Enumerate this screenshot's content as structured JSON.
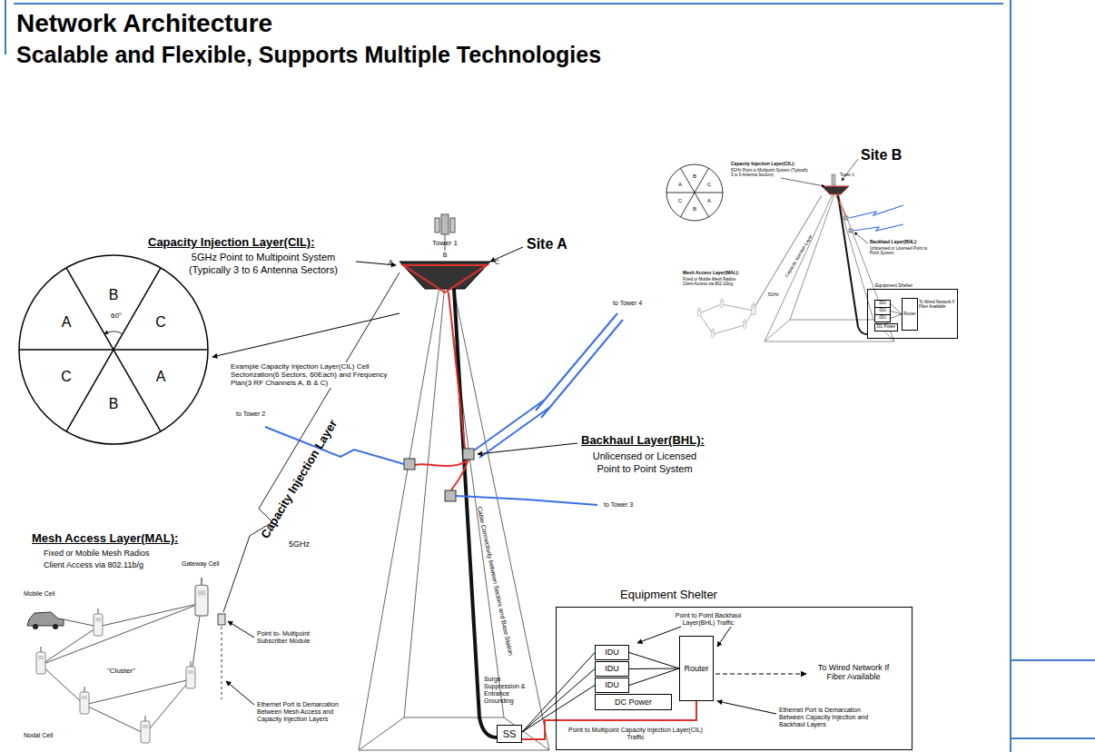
{
  "diagram": {
    "title": "Network Architecture",
    "nodes": [
      {
        "text": [
          "A",
          "B",
          "C",
          "C",
          "B",
          "A",
          "60°"
        ]
      },
      {
        "text": [
          "SS"
        ]
      },
      {
        "text": [
          "Equipment Shelter"
        ]
      },
      {
        "text": [
          "IDU"
        ],
        "in": 2
      },
      {
        "text": [
          "IDU"
        ],
        "in": 2
      },
      {
        "text": [
          "IDU"
        ],
        "in": 2
      },
      {
        "text": [
          "DC Power"
        ],
        "in": 2
      },
      {
        "text": [
          "Router"
        ],
        "in": 2
      },
      {
        "text": [
          "A",
          "B",
          "C",
          "C",
          "B",
          "A"
        ]
      },
      {
        "text": [
          "Equipment Shelter"
        ]
      },
      {
        "text": [
          "IDU"
        ],
        "in": 9
      },
      {
        "text": [
          "IDU"
        ],
        "in": 9
      },
      {
        "text": [
          "IDU"
        ],
        "in": 9
      },
      {
        "text": [
          "DC Power"
        ],
        "in": 9
      },
      {
        "text": [
          "Router"
        ],
        "in": 9
      }
    ],
    "edges": [
      {
        "from": 1,
        "to": 3,
        "arrow": "none"
      },
      {
        "from": 1,
        "to": 4,
        "arrow": "none"
      },
      {
        "from": 1,
        "to": 5,
        "arrow": "none"
      },
      {
        "from": 3,
        "to": 7,
        "arrow": "none"
      },
      {
        "from": 4,
        "to": 7,
        "arrow": "none"
      },
      {
        "from": 5,
        "to": 7,
        "arrow": "none"
      },
      {
        "from": 1,
        "to": 7,
        "arrow": "none"
      },
      {
        "from": 10,
        "to": 14,
        "arrow": "none"
      },
      {
        "from": 11,
        "to": 14,
        "arrow": "none"
      },
      {
        "from": 12,
        "to": 14,
        "arrow": "none"
      }
    ],
    "labels": [
      "Scalable and Flexible, Supports Multiple Technologies",
      "Capacity Injection Layer(CIL):",
      "5GHz Point to Multipoint System",
      "(Typically 3 to 6 Antenna Sectors)",
      "Example Capacity Injection Layer(CIL) Cell Sectorization(6 Sectors, 60Each) and Frequency Plan(3 RF Channels A, B & C)",
      "Site A",
      "Tower 1",
      "A",
      "B",
      "C",
      "to Tower 2",
      "to Tower 4",
      "Backhaul Layer(BHL):",
      "Unlicensed or Licensed",
      "Point to Point System",
      "to Tower 3",
      "Capacity Injection Layer",
      "5GHz",
      "Mesh Access Layer(MAL):",
      "Fixed or Mobile Mesh Radios",
      "Client Access via 802.11b/g",
      "Mobile Cell",
      "Gateway Cell",
      "\"Cluster\"",
      "Nodal Cell",
      "Point to- Multipoint Subscriber Module",
      "Ethernet Port is Demarcation Between Mesh Access and Capacity Injection Layers",
      "Cable Connectivity between Sectors and Base Station",
      "Surge Suppression & Entrance Grounding",
      "Point to Point Backhaul Layer(BHL) Traffic",
      "To Wired Network If Fiber Available",
      "Ethernet Port is Demarcation Between Capacity Injection and Backhaul Layers",
      "Point to Multipoint Capacity Injection Layer(CIL) Traffic",
      "Site B",
      "Capacity Injection Layer(CIL):",
      "5GHz Point to Multipoint System (Typically 3 to 6 Antenna Sectors)",
      "Tower 1",
      "Backhaul Layer(BHL):",
      "Unlicensed or Licensed Point to Point System",
      "Mesh Access Layer(MAL):",
      "Fixed or Mobile Mesh Radios Client Access via 802.11b/g",
      "Capacity Injection Layer",
      "5GHz",
      "To Wired Network If Fiber Available"
    ]
  }
}
